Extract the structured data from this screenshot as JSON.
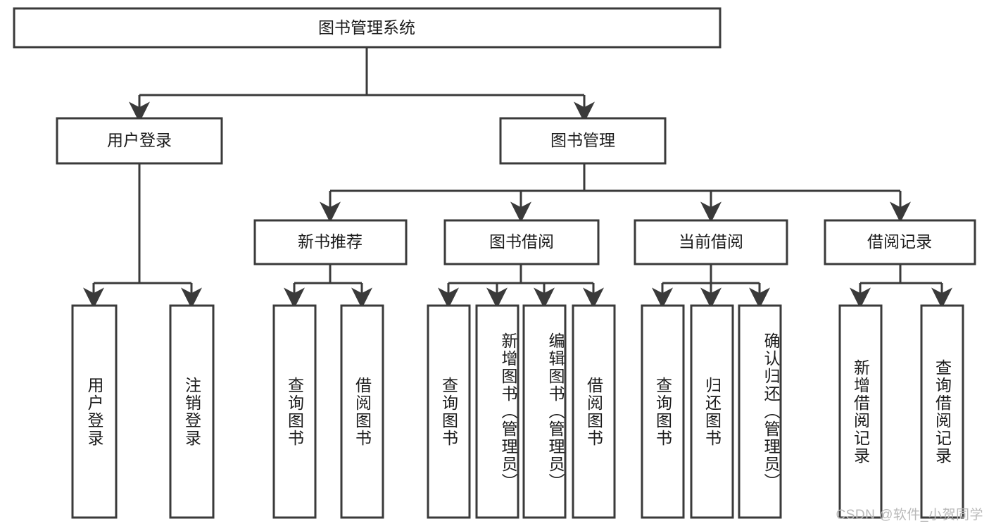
{
  "diagram": {
    "title": "图书管理系统",
    "type": "tree",
    "watermark": "CSDN @软件_小贺同学",
    "colors": {
      "box_stroke": "#3a3a3a",
      "box_fill": "#ffffff",
      "text": "#1b1b1b",
      "background": "#ffffff",
      "watermark": "#b9b9b9"
    },
    "levels": {
      "root": {
        "label": "图书管理系统"
      },
      "level2": [
        {
          "label": "用户登录"
        },
        {
          "label": "图书管理"
        }
      ],
      "level3": [
        {
          "label": "新书推荐"
        },
        {
          "label": "图书借阅"
        },
        {
          "label": "当前借阅"
        },
        {
          "label": "借阅记录"
        }
      ],
      "leaves": [
        {
          "label": "用户登录",
          "parent": "用户登录"
        },
        {
          "label": "注销登录",
          "parent": "用户登录"
        },
        {
          "label": "查询图书",
          "parent": "新书推荐"
        },
        {
          "label": "借阅图书",
          "parent": "新书推荐"
        },
        {
          "label": "查询图书",
          "parent": "图书借阅"
        },
        {
          "label": "新增图书（管理员）",
          "parent": "图书借阅"
        },
        {
          "label": "编辑图书（管理员）",
          "parent": "图书借阅"
        },
        {
          "label": "借阅图书",
          "parent": "图书借阅"
        },
        {
          "label": "查询图书",
          "parent": "当前借阅"
        },
        {
          "label": "归还图书",
          "parent": "当前借阅"
        },
        {
          "label": "确认归还（管理员）",
          "parent": "当前借阅"
        },
        {
          "label": "新增借阅记录",
          "parent": "借阅记录"
        },
        {
          "label": "查询借阅记录",
          "parent": "借阅记录"
        }
      ]
    }
  }
}
